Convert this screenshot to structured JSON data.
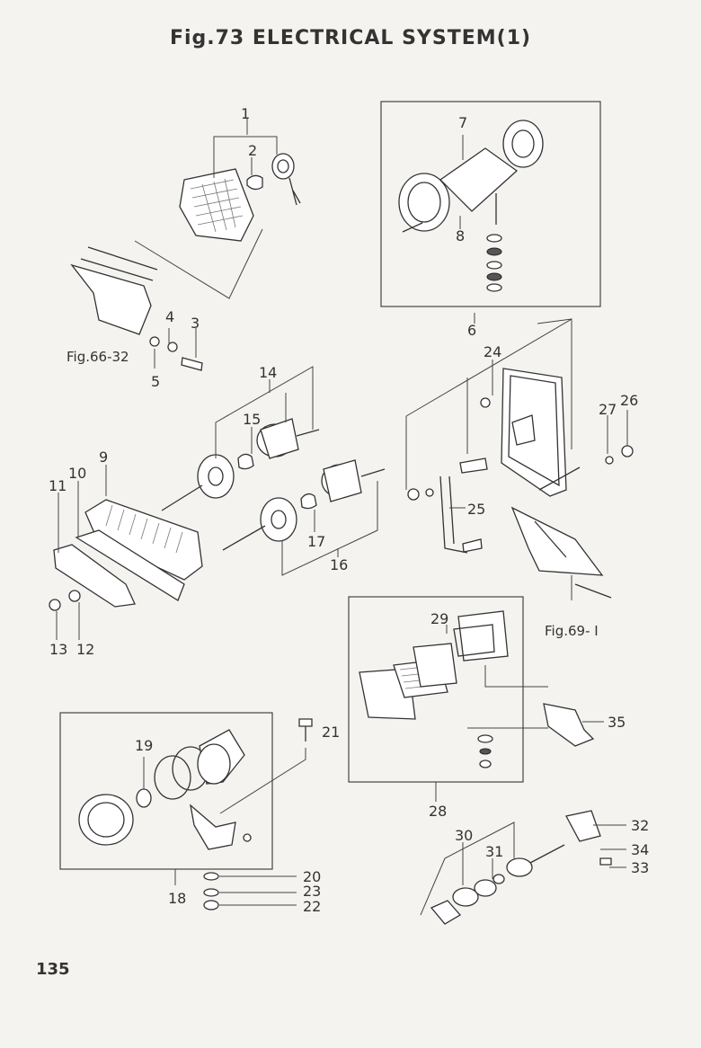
{
  "header": {
    "title": "Fig.73   ELECTRICAL  SYSTEM(1)"
  },
  "footer": {
    "page_number": "135"
  },
  "callouts": {
    "c1": "1",
    "c2": "2",
    "c3": "3",
    "c4": "4",
    "c5": "5",
    "c6": "6",
    "c7": "7",
    "c8": "8",
    "c9": "9",
    "c10": "10",
    "c11": "11",
    "c12": "12",
    "c13": "13",
    "c14": "14",
    "c15": "15",
    "c16": "16",
    "c17": "17",
    "c18": "18",
    "c19": "19",
    "c20": "20",
    "c21": "21",
    "c22": "22",
    "c23": "23",
    "c24": "24",
    "c25": "25",
    "c26": "26",
    "c27": "27",
    "c28": "28",
    "c29": "29",
    "c30": "30",
    "c31": "31",
    "c32": "32",
    "c33": "33",
    "c34": "34",
    "c35": "35"
  },
  "references": {
    "fig66": "Fig.66-32",
    "fig69": "Fig.69- I"
  }
}
